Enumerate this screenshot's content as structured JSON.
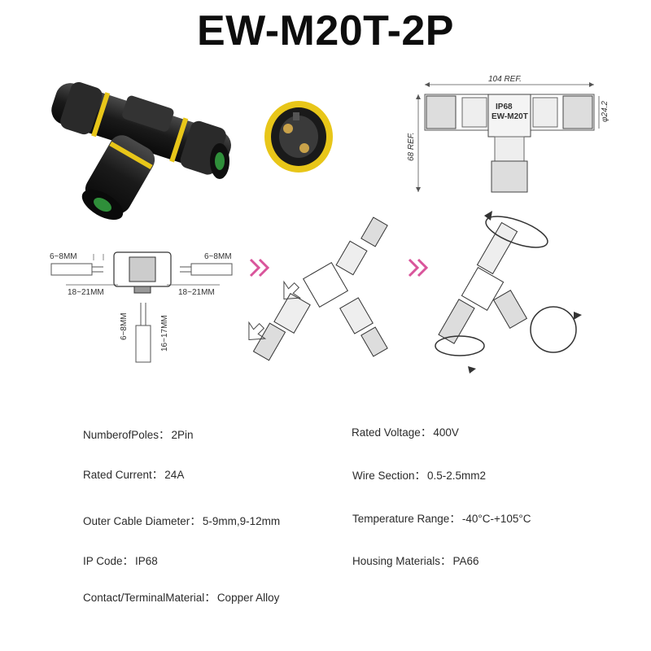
{
  "title": "EW-M20T-2P",
  "colors": {
    "body_black": "#1c1c1c",
    "yellow_seal": "#e8c619",
    "arrow_pink": "#d9559b",
    "line_gray": "#555555"
  },
  "drawing": {
    "width_ref": "104 REF.",
    "height_ref": "68 REF.",
    "diameter": "φ24.2",
    "label_ip": "IP68",
    "label_model": "EW-M20T"
  },
  "wiring": {
    "strip_left": "6~8MM",
    "strip_right": "6~8MM",
    "length_left": "18~21MM",
    "length_right": "18~21MM",
    "strip_bottom": "6~8MM",
    "length_bottom": "16~17MM"
  },
  "icons": {
    "arrow_1": "double-chevron-right-icon",
    "arrow_2": "double-chevron-right-icon"
  },
  "specs": {
    "poles_label": "NumberofPoles",
    "poles_value": "2Pin",
    "voltage_label": "Rated Voltage",
    "voltage_value": "400V",
    "current_label": "Rated Current",
    "current_value": "24A",
    "wire_label": "Wire Section",
    "wire_value": "0.5-2.5mm2",
    "diameter_label": "Outer Cable Diameter",
    "diameter_value": "5-9mm,9-12mm",
    "temp_label": "Temperature Range",
    "temp_value": "-40°C-+105°C",
    "ip_label": "IP Code",
    "ip_value": "IP68",
    "housing_label": "Housing Materials",
    "housing_value": "PA66",
    "contact_label": "Contact/TerminalMaterial",
    "contact_value": "Copper Alloy"
  },
  "separator": "："
}
